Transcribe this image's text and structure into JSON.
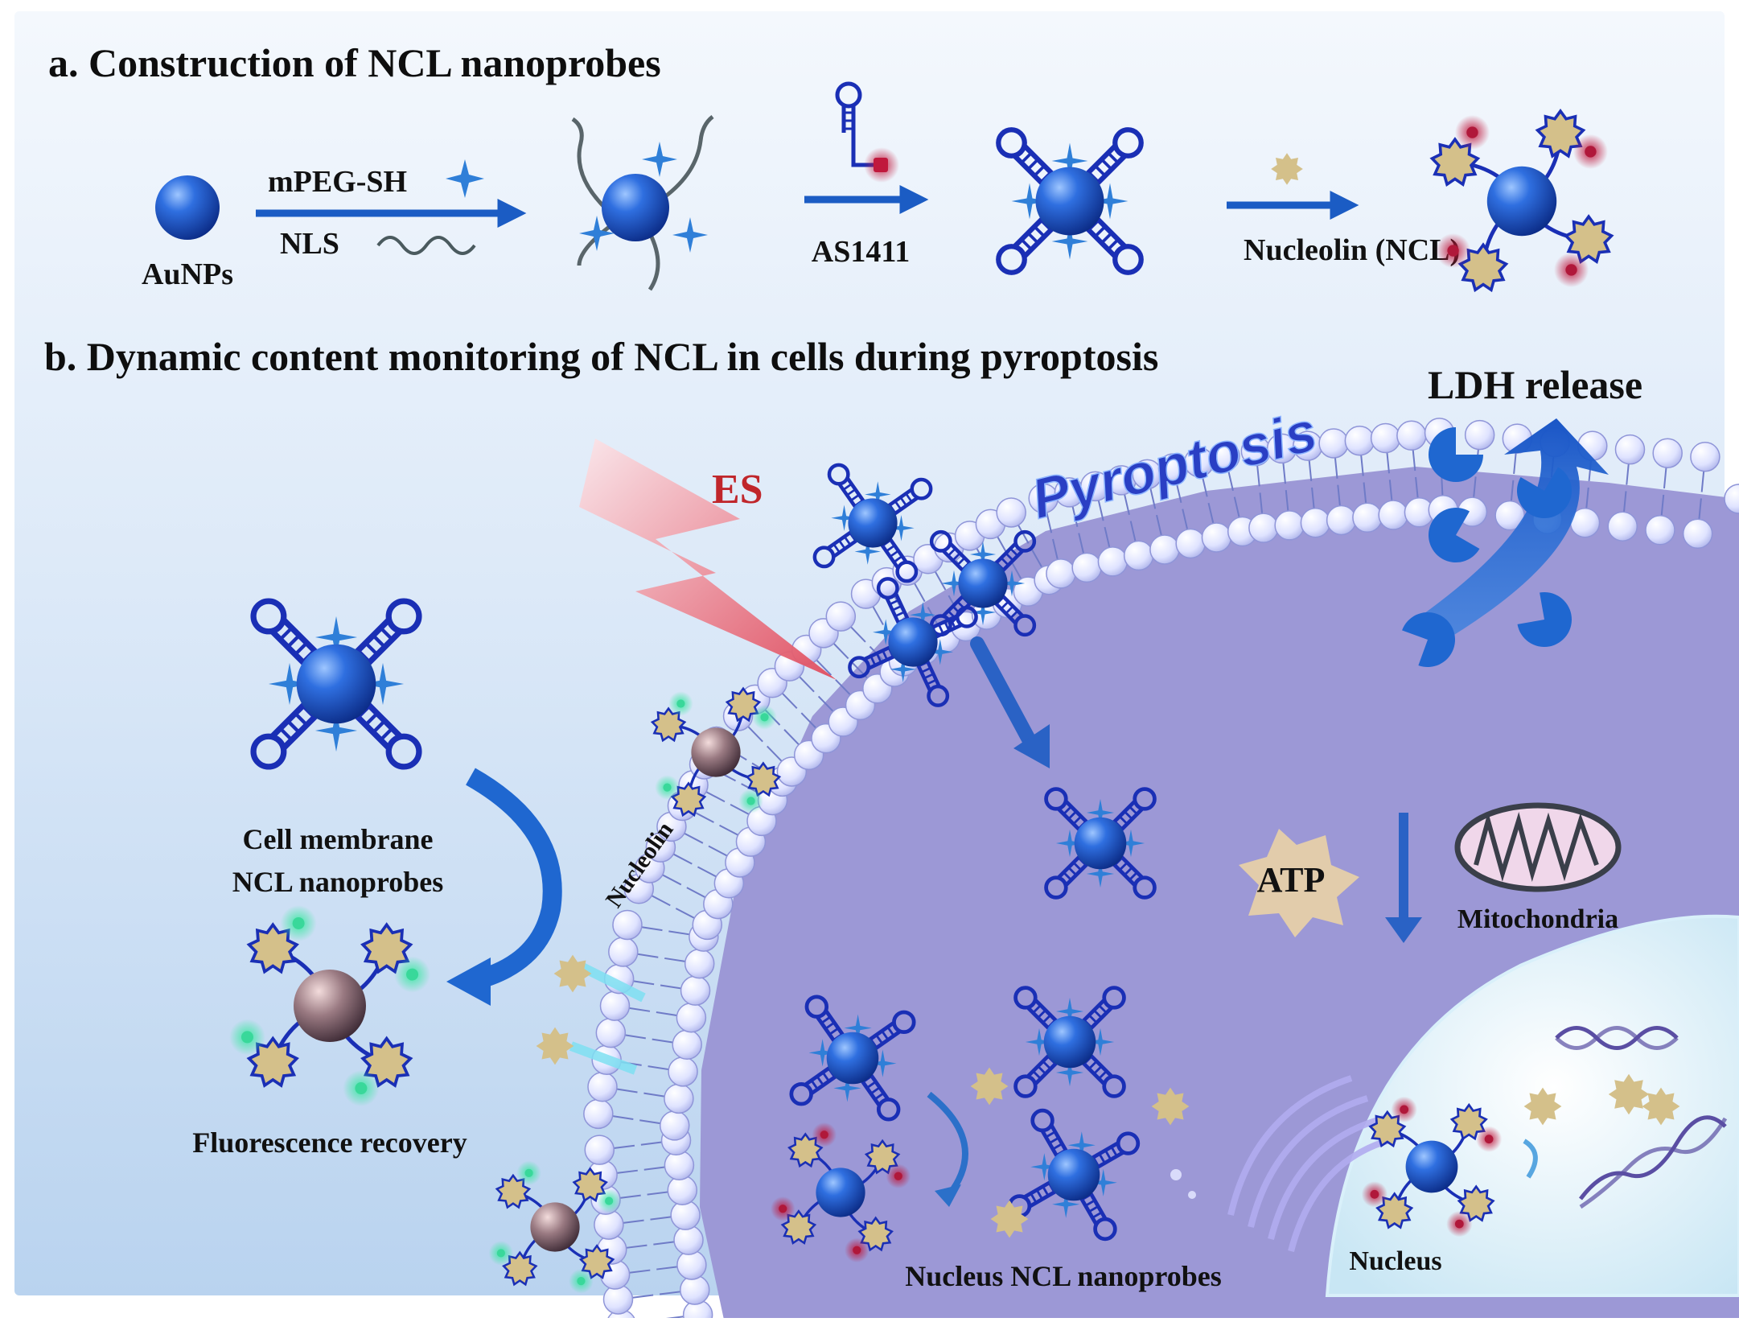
{
  "panel_a": {
    "title": "a. Construction of NCL nanoprobes",
    "aunps_label": "AuNPs",
    "reagent_1": "mPEG-SH",
    "reagent_2": "NLS",
    "aptamer_label": "AS1411",
    "target_label": "Nucleolin (NCL)"
  },
  "panel_b": {
    "title": "b. Dynamic content monitoring of NCL in cells during pyroptosis",
    "stimulus_label": "ES",
    "pyroptosis_label": "Pyroptosis",
    "ldh_label": "LDH release",
    "membrane_probe_line1": "Cell membrane",
    "membrane_probe_line2": "NCL nanoprobes",
    "fluorescence_label": "Fluorescence recovery",
    "nucleolin_label": "Nucleolin",
    "atp_label": "ATP",
    "mitochondria_label": "Mitochondria",
    "nucleus_probes_label": "Nucleus NCL nanoprobes",
    "nucleus_label": "Nucleus"
  },
  "colors": {
    "gold_np": "#1f4fb8",
    "dna": "#1a2fb5",
    "ncl_protein": "#d4c08a",
    "quencher": "#b0183a",
    "fluorophore": "#39d89a",
    "cytoplasm": "#9d9bd6",
    "pyroptosis_text": "#2a3fc4",
    "es_text": "#c0262b"
  }
}
